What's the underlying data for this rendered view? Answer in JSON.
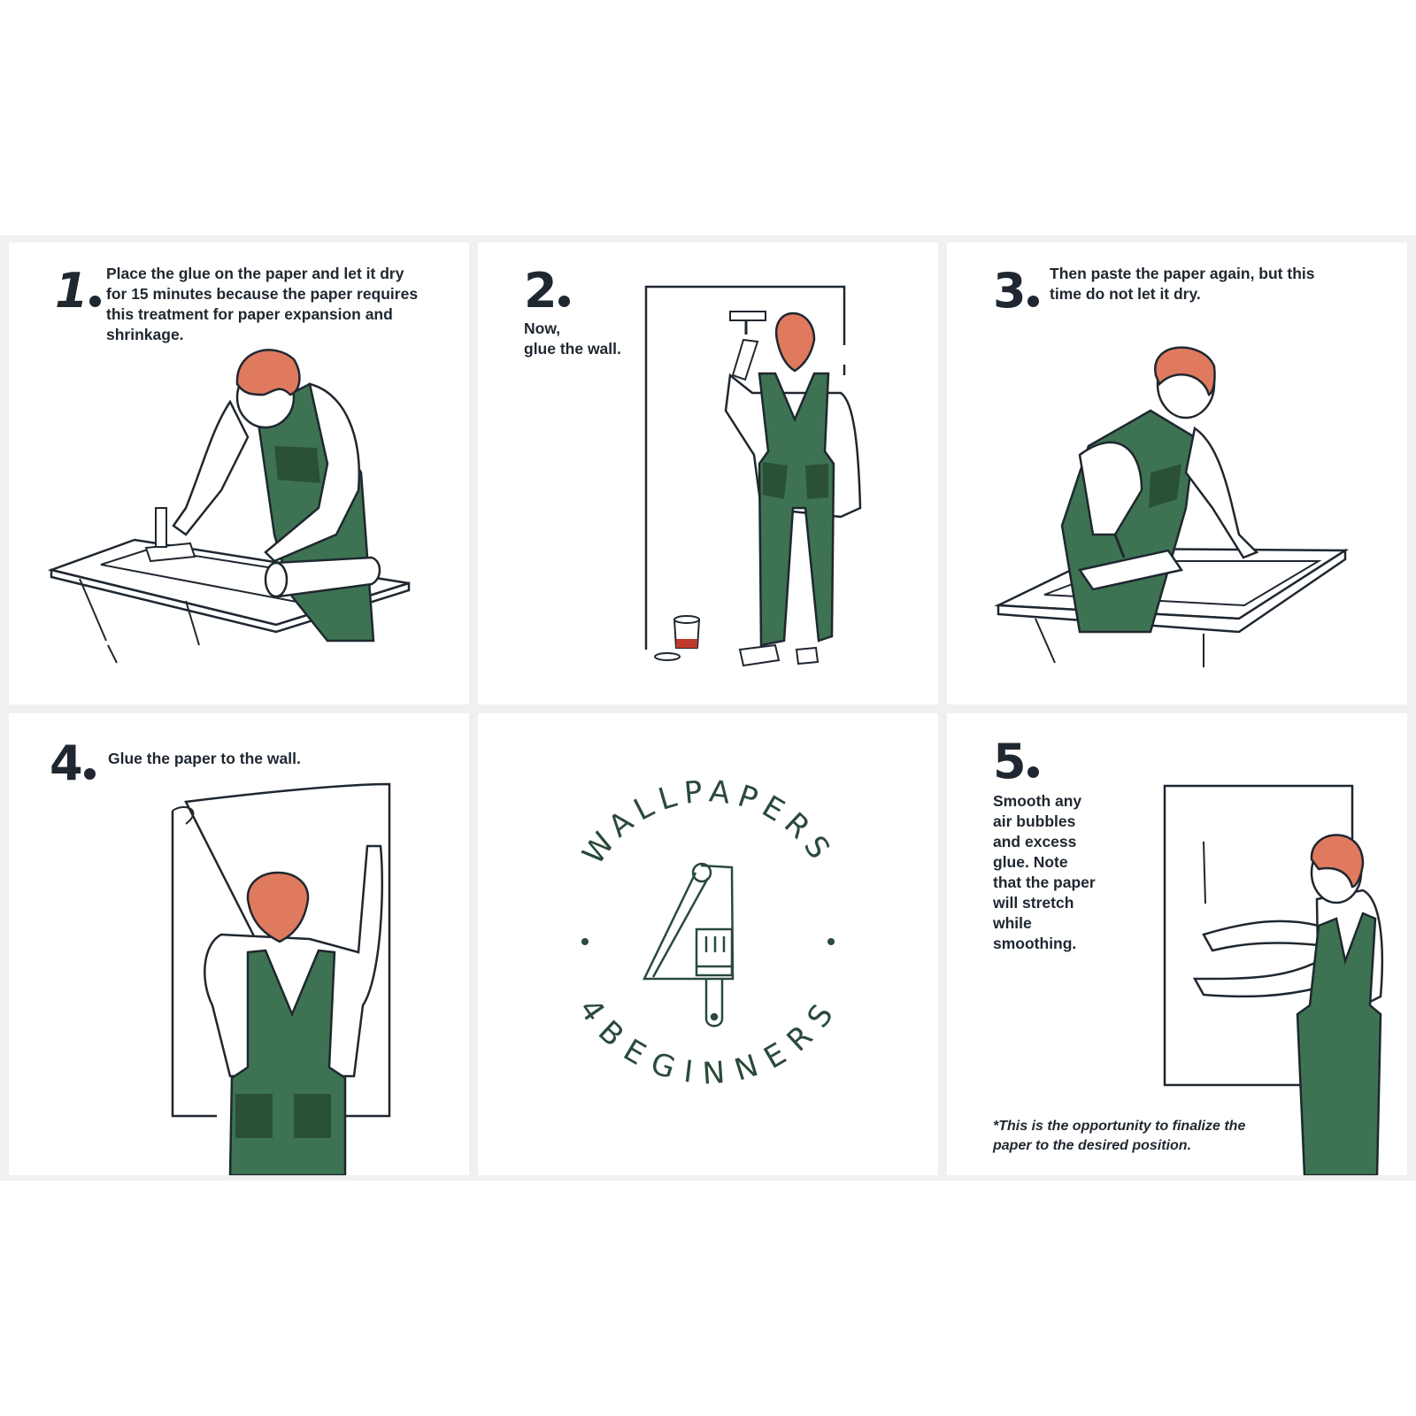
{
  "brand": {
    "top_text": "WALLPAPERS",
    "bottom_text": "4BEGINNERS",
    "color": "#2a4a3a"
  },
  "colors": {
    "hair": "#e07a5f",
    "overalls": "#3d7352",
    "overalls_dark": "#2b5038",
    "ink": "#1f2730",
    "grid_gap": "#f0f0f0",
    "paint": "#c0392b"
  },
  "steps": [
    {
      "number": "1",
      "text": "Place the glue on the paper and let it dry for 15 minutes because the paper requires this treatment for paper expansion and shrinkage."
    },
    {
      "number": "2",
      "text_line1": "Now,",
      "text_line2": "glue the wall."
    },
    {
      "number": "3",
      "text": "Then paste the paper again, but this time do not let it dry."
    },
    {
      "number": "4",
      "text": "Glue the paper to the wall."
    },
    {
      "number": "5",
      "text": "Smooth any air bubbles and excess glue. Note that the paper will stretch while smoothing.",
      "note": "*This is the opportunity to finalize the paper to the desired position."
    }
  ]
}
